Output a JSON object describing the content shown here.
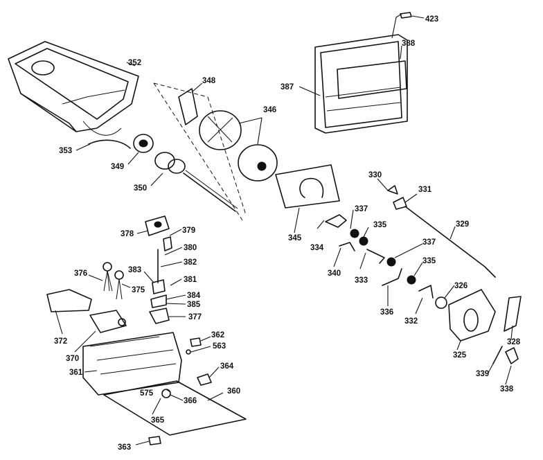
{
  "labels": {
    "p423": "423",
    "p388": "388",
    "p387": "387",
    "p352": "352",
    "p348": "348",
    "p346": "346",
    "p353": "353",
    "p349": "349",
    "p350": "350",
    "p345": "345",
    "p330": "330",
    "p331": "331",
    "p329": "329",
    "p337a": "337",
    "p335a": "335",
    "p334": "334",
    "p340": "340",
    "p333": "333",
    "p337b": "337",
    "p335b": "335",
    "p336": "336",
    "p332": "332",
    "p326": "326",
    "p325": "325",
    "p328": "328",
    "p339": "339",
    "p338": "338",
    "p378": "378",
    "p379": "379",
    "p380": "380",
    "p382": "382",
    "p376": "376",
    "p383": "383",
    "p375": "375",
    "p381": "381",
    "p384": "384",
    "p385": "385",
    "p377": "377",
    "p372": "372",
    "p370": "370",
    "p362": "362",
    "p563": "563",
    "p361": "361",
    "p364": "364",
    "p575": "575",
    "p366": "366",
    "p360": "360",
    "p365": "365",
    "p363": "363"
  }
}
